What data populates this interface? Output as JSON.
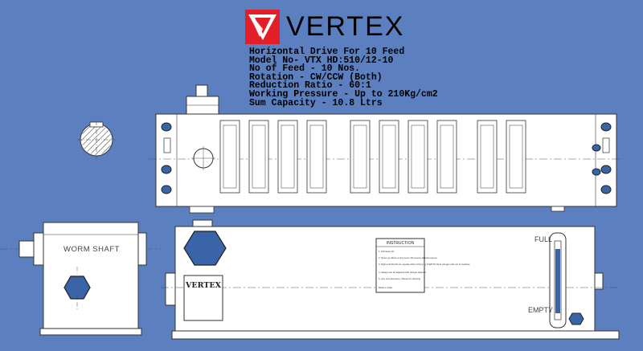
{
  "brand": {
    "name": "VERTEX",
    "logo_color": "#e41e26"
  },
  "specs": [
    "Horizontal Drive For 10 Feed",
    "Model No- VTX HD:510/12-10",
    "No of Feed - 10 Nos.",
    "Rotation - CW/CCW (Both)",
    "Reduction Ratio - 60:1",
    "Working Pressure - Up to 210Kg/cm2",
    "Sum Capacity - 10.8 Ltrs"
  ],
  "side_view": {
    "label": "WORM SHAFT"
  },
  "front_view": {
    "nameplate": "VERTEX",
    "full_label": "FULL",
    "empty_label": "EMPTY",
    "instruction": {
      "title": "INSTRUCTION",
      "items": [
        "1. Fill Clean Oil.",
        "2. Never go above empty level. Fill reserve all tank reserve.",
        "3. Right and fill with oil, operate Piston Pump by Pull/PTO fill air plunger with out of machine.",
        "4. Always can be adjusted with plunger adjuster.",
        "5. Use only Kerosene / Diesel for cleaning."
      ],
      "footer": "Made in India"
    }
  },
  "colors": {
    "background": "#5b7fbf",
    "body": "#ffffff",
    "hex": "#3a64a8",
    "line": "#333333"
  }
}
